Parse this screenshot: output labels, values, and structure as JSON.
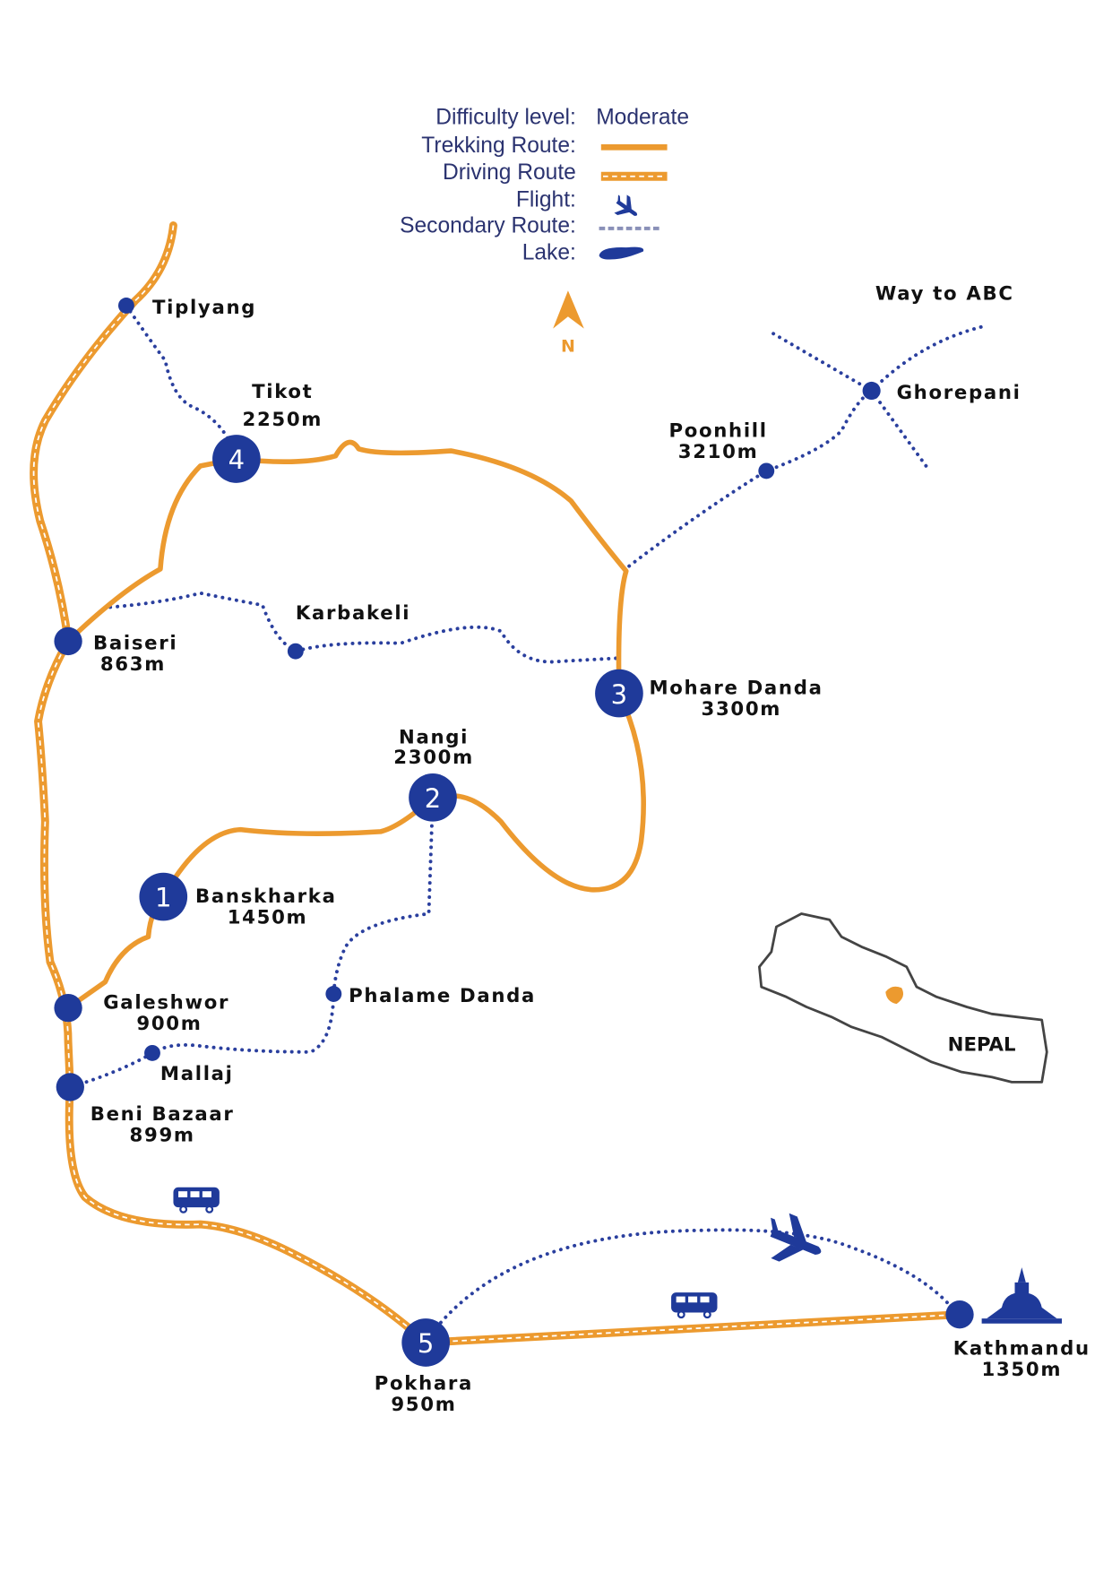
{
  "legend": {
    "difficulty_label": "Difficulty level:",
    "difficulty_value": "Moderate",
    "trekking": "Trekking Route:",
    "driving": "Driving Route",
    "flight": "Flight:",
    "secondary": "Secondary Route:",
    "lake": "Lake:"
  },
  "compass": "N",
  "way_to_abc": "Way to ABC",
  "places": {
    "tiplyang": {
      "name": "Tiplyang"
    },
    "tikot": {
      "name": "Tikot",
      "alt": "2250m",
      "stage": "4"
    },
    "ghorepani": {
      "name": "Ghorepani"
    },
    "poonhill": {
      "name": "Poonhill",
      "alt": "3210m"
    },
    "karbakeli": {
      "name": "Karbakeli"
    },
    "baiseri": {
      "name": "Baiseri",
      "alt": "863m"
    },
    "mohare": {
      "name": "Mohare Danda",
      "alt": "3300m",
      "stage": "3"
    },
    "nangi": {
      "name": "Nangi",
      "alt": "2300m",
      "stage": "2"
    },
    "banskharka": {
      "name": "Banskharka",
      "alt": "1450m",
      "stage": "1"
    },
    "galeshwor": {
      "name": "Galeshwor",
      "alt": "900m"
    },
    "phalame": {
      "name": "Phalame Danda"
    },
    "mallaj": {
      "name": "Mallaj"
    },
    "beni": {
      "name": "Beni Bazaar",
      "alt": "899m"
    },
    "pokhara": {
      "name": "Pokhara",
      "alt": "950m",
      "stage": "5"
    },
    "kathmandu": {
      "name": "Kathmandu",
      "alt": "1350m"
    }
  },
  "inset": {
    "country": "NEPAL"
  },
  "colors": {
    "route": "#ec9a2f",
    "marker": "#1f3a9a",
    "text": "#2b3370"
  }
}
